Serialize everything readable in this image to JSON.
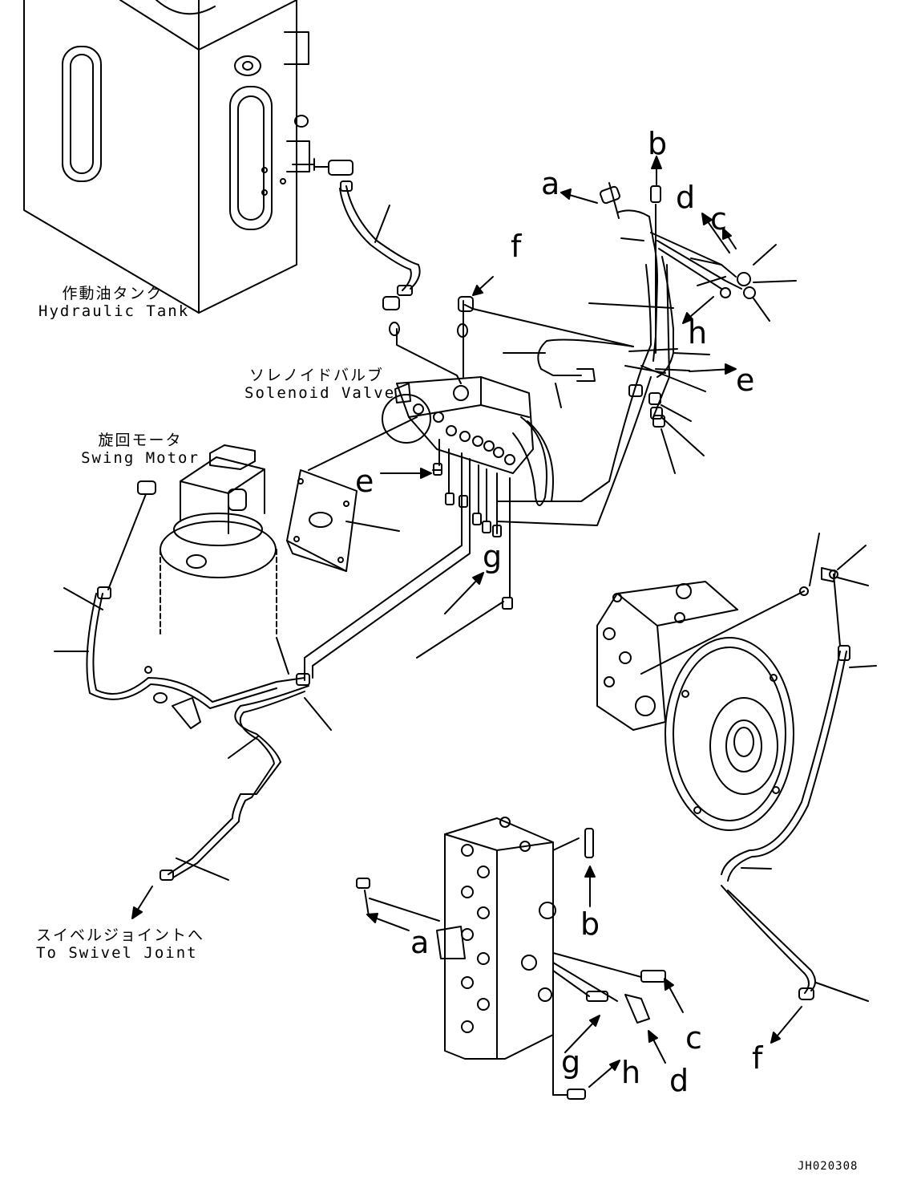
{
  "labels": {
    "hydraulic_tank_jp": "作動油タンク",
    "hydraulic_tank_en": "Hydraulic Tank",
    "solenoid_valve_jp": "ソレノイドバルブ",
    "solenoid_valve_en": "Solenoid Valve",
    "swing_motor_jp": "旋回モータ",
    "swing_motor_en": "Swing Motor",
    "swivel_joint_jp": "スイベルジョイントへ",
    "swivel_joint_en": "To Swivel Joint",
    "drawing_code": "JH020308"
  },
  "connection_letters": [
    "a",
    "b",
    "c",
    "d",
    "e",
    "f",
    "g",
    "h"
  ]
}
